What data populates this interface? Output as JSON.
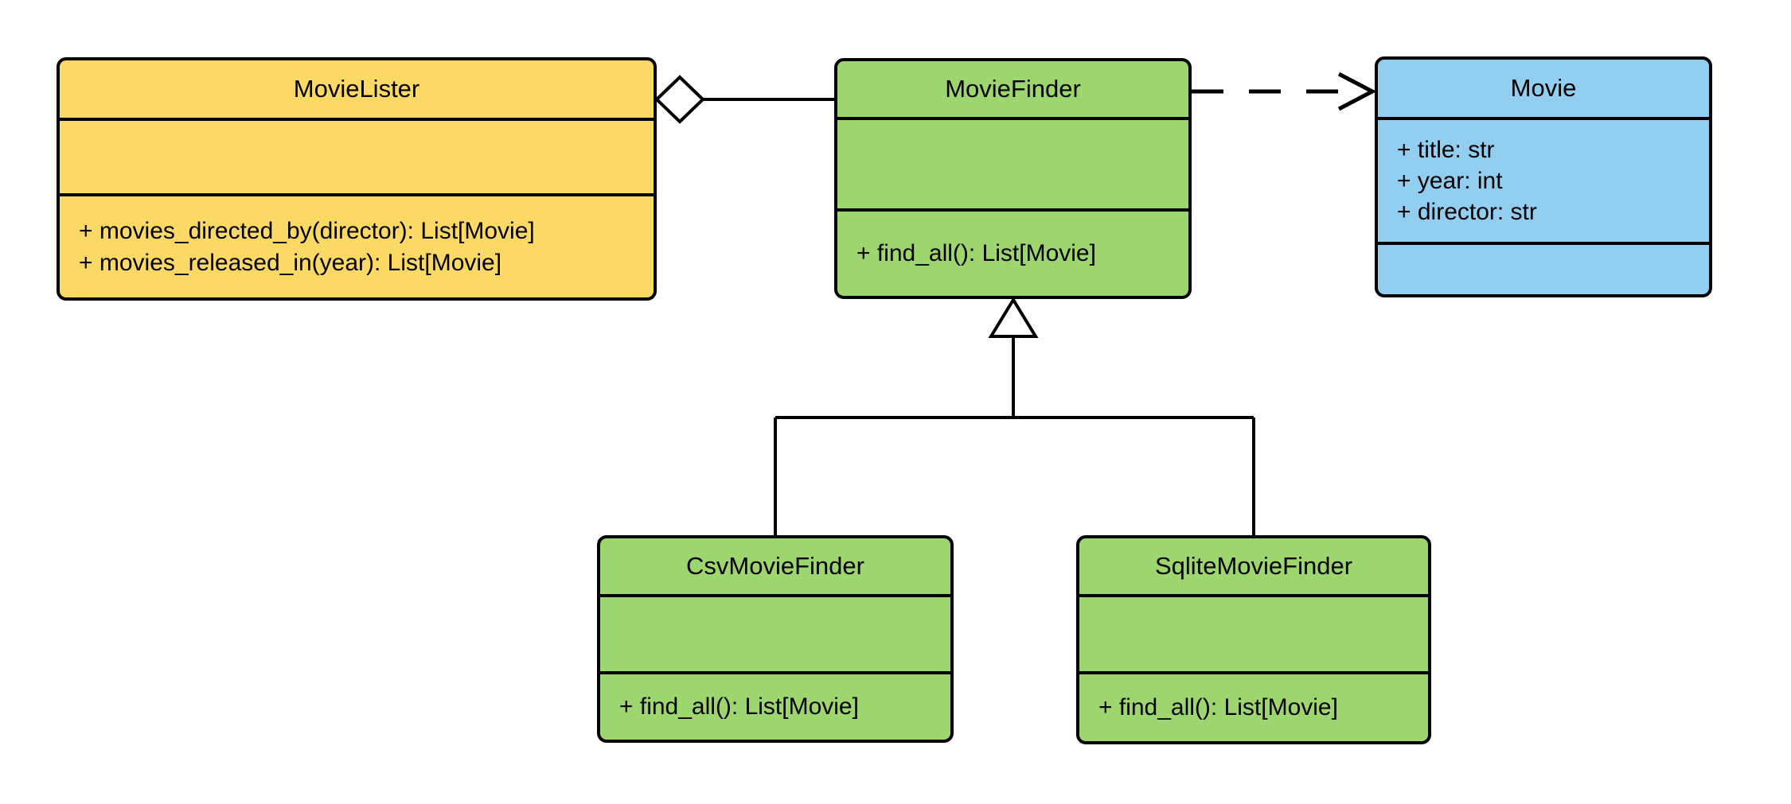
{
  "diagram": {
    "type": "uml-class-diagram",
    "background_color": "#ffffff",
    "line_color": "#000000",
    "classes": [
      {
        "name": "MovieLister",
        "fill": "#fcd964",
        "attributes": [],
        "methods": [
          "+ movies_directed_by(director): List[Movie]",
          "+ movies_released_in(year): List[Movie]"
        ]
      },
      {
        "name": "MovieFinder",
        "fill": "#9dd66e",
        "attributes": [],
        "methods": [
          "+ find_all(): List[Movie]"
        ]
      },
      {
        "name": "Movie",
        "fill": "#92cef0",
        "attributes": [
          "+ title: str",
          "+ year: int",
          "+ director: str"
        ],
        "methods": []
      },
      {
        "name": "CsvMovieFinder",
        "fill": "#9dd66e",
        "attributes": [],
        "methods": [
          "+ find_all(): List[Movie]"
        ]
      },
      {
        "name": "SqliteMovieFinder",
        "fill": "#9dd66e",
        "attributes": [],
        "methods": [
          "+ find_all(): List[Movie]"
        ]
      }
    ],
    "relationships": [
      {
        "type": "aggregation",
        "from": "MovieLister",
        "to": "MovieFinder",
        "marker": "hollow-diamond",
        "line": "solid"
      },
      {
        "type": "dependency",
        "from": "MovieFinder",
        "to": "Movie",
        "marker": "open-arrow",
        "line": "dashed"
      },
      {
        "type": "inheritance",
        "from": "CsvMovieFinder",
        "to": "MovieFinder",
        "marker": "hollow-triangle",
        "line": "solid"
      },
      {
        "type": "inheritance",
        "from": "SqliteMovieFinder",
        "to": "MovieFinder",
        "marker": "hollow-triangle",
        "line": "solid"
      }
    ]
  }
}
